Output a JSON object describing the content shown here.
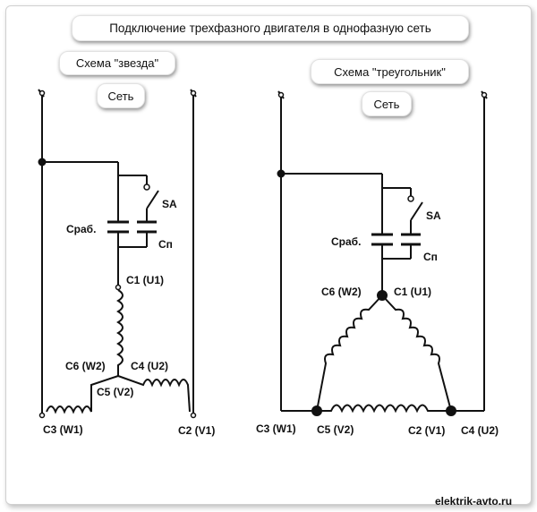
{
  "title": "Подключение трехфазного двигателя в однофазную сеть",
  "star": {
    "scheme_label": "Схема \"звезда\"",
    "network_label": "Сеть",
    "switch_label": "SA",
    "start_cap_label": "Сраб.",
    "run_cap_label": "Сп",
    "terminals": {
      "c1": "C1 (U1)",
      "c6": "C6 (W2)",
      "c4": "C4 (U2)",
      "c5": "C5 (V2)",
      "c3": "C3 (W1)",
      "c2": "C2 (V1)"
    }
  },
  "triangle": {
    "scheme_label": "Схема \"треугольник\"",
    "network_label": "Сеть",
    "switch_label": "SA",
    "start_cap_label": "Сраб.",
    "run_cap_label": "Сп",
    "terminals": {
      "c6": "C6 (W2)",
      "c1": "C1 (U1)",
      "c3": "C3 (W1)",
      "c5": "C5 (V2)",
      "c2": "C2 (V1)",
      "c4": "C4 (U2)"
    }
  },
  "watermark": "elektrik-avto.ru"
}
